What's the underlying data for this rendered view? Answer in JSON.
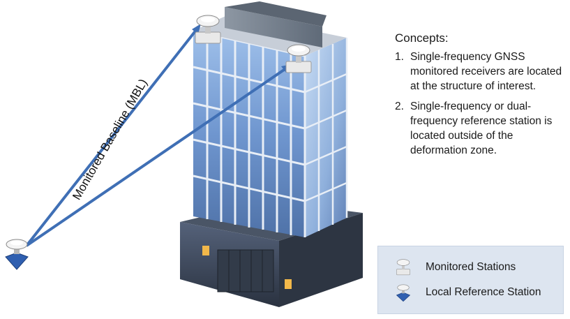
{
  "diagram": {
    "baseline_label": "Monitored Baseline (MBL)",
    "concepts": {
      "title": "Concepts:",
      "items": [
        {
          "num": "1.",
          "text": "Single-frequency GNSS monitored receivers are located at the structure of interest."
        },
        {
          "num": "2.",
          "text": "Single-frequency or dual-frequency  reference station is located outside of the deformation zone."
        }
      ]
    },
    "legend": {
      "items": [
        {
          "label": "Monitored Stations",
          "icon": "monitored-station-icon"
        },
        {
          "label": "Local Reference Station",
          "icon": "reference-station-icon"
        }
      ]
    },
    "colors": {
      "baseline": "#3f6fb5",
      "building_glass": "#7ea6dc",
      "building_frame": "#e8eef6",
      "base": "#3a4454",
      "reference_station": "#2f5fb0",
      "monitored_station": "#f2f2f2",
      "legend_bg": "#dde5f0"
    }
  }
}
